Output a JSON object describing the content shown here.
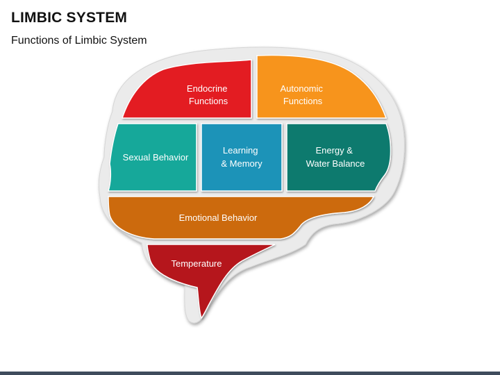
{
  "header": {
    "title": "LIMBIC SYSTEM",
    "subtitle": "Functions of Limbic System"
  },
  "segments": {
    "endocrine": {
      "line1": "Endocrine",
      "line2": "Functions",
      "color": "#e31e24"
    },
    "autonomic": {
      "line1": "Autonomic",
      "line2": "Functions",
      "color": "#f7941d"
    },
    "sexual": {
      "line1": "Sexual Behavior",
      "color": "#17a89a"
    },
    "learning": {
      "line1": "Learning",
      "line2": "& Memory",
      "color": "#1a93b8"
    },
    "energy": {
      "line1": "Energy &",
      "line2": "Water Balance",
      "color": "#0b7a6e"
    },
    "emotional": {
      "line1": "Emotional Behavior",
      "color": "#cc6a0e"
    },
    "temperature": {
      "line1": "Temperature",
      "color": "#b5121b"
    }
  },
  "colors": {
    "brain_outline": "#ebebeb",
    "bottom_bar": "#3f4b5c"
  }
}
